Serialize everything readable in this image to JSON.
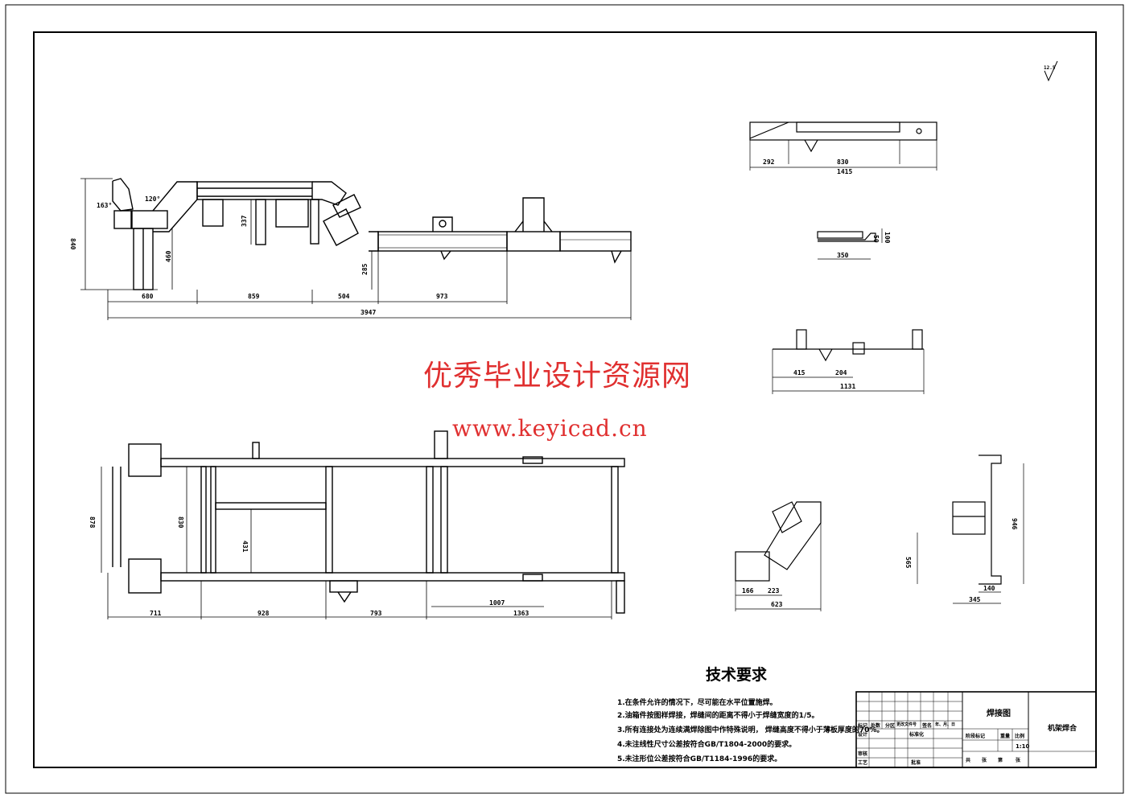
{
  "watermark": {
    "title": "优秀毕业设计资源网",
    "url": "www.keyicad.cn"
  },
  "surface_mark": "12.5",
  "side_view": {
    "dims_bottom": [
      "680",
      "859",
      "504",
      "973"
    ],
    "overall": "3947",
    "vertical": [
      "840",
      "460",
      "337",
      "285"
    ],
    "angles": [
      "163°",
      "120°"
    ]
  },
  "plan_view": {
    "dims_bottom": [
      "711",
      "928",
      "793",
      "1363"
    ],
    "dim_1007": "1007",
    "vertical": [
      "878",
      "830",
      "431"
    ]
  },
  "section_views": {
    "aa": {
      "dims": [
        "292",
        "830",
        "1415"
      ]
    },
    "bb": {
      "dims": [
        "350",
        "50",
        "100"
      ]
    },
    "cc": {
      "dims": [
        "415",
        "204",
        "1131"
      ]
    },
    "dd": {
      "dims": [
        "166",
        "223",
        "623"
      ]
    },
    "ee": {
      "dims": [
        "565",
        "946",
        "345",
        "140"
      ]
    }
  },
  "tech_requirements": {
    "title": "技术要求",
    "notes": [
      "1.在条件允许的情况下，尽可能在水平位置施焊。",
      "2.油箱件按图样焊接，焊缝间的距离不得小于焊缝宽度的1/5。",
      "3.所有连接处为连续满焊除图中作特殊说明， 焊缝高度不得小于薄板厚度的70%。",
      "4.未注线性尺寸公差按符合GB/T1804-2000的要求。",
      "5.未注形位公差按符合GB/T1184-1996的要求。"
    ]
  },
  "title_block": {
    "drawing_name": "焊接图",
    "part_name": "机架焊合",
    "scale": "1:10",
    "row_labels": [
      "标记",
      "处数",
      "分区",
      "更改文件号",
      "签名",
      "年、月、日"
    ],
    "labels": [
      "设计",
      "标准化",
      "阶段标记",
      "重量",
      "比例",
      "审核",
      "工艺",
      "批准",
      "共",
      "张",
      "第",
      "张"
    ]
  }
}
